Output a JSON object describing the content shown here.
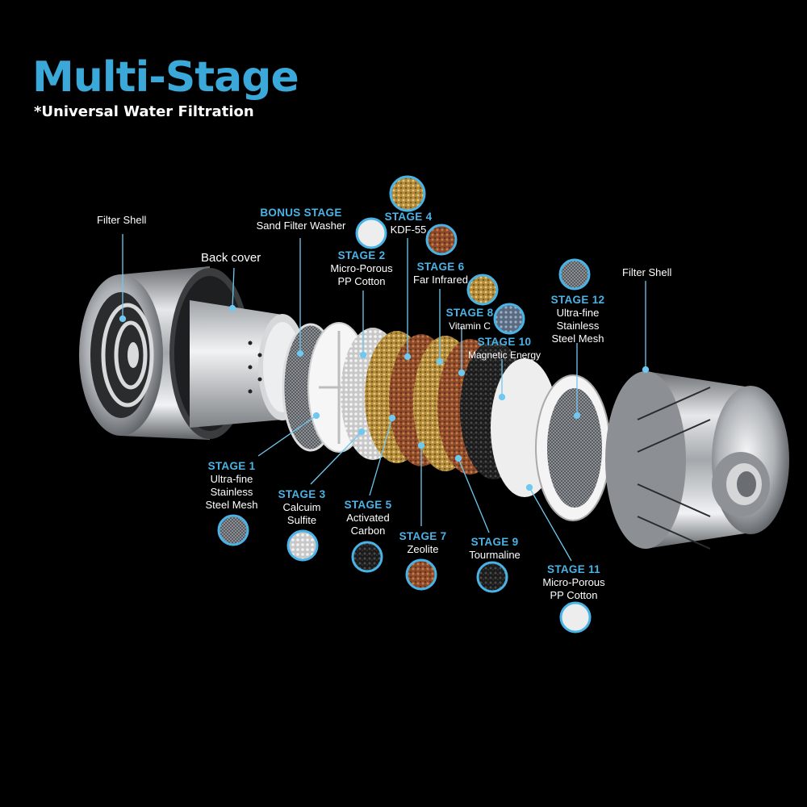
{
  "header": {
    "title": "Multi-Stage",
    "subtitle": "*Universal Water Filtration"
  },
  "parts": {
    "filter_shell_left": "Filter Shell",
    "back_cover": "Back cover",
    "filter_shell_right": "Filter Shell"
  },
  "stages": [
    {
      "id": "bonus",
      "stage": "BONUS STAGE",
      "desc": "Sand Filter Washer",
      "icon": "sand-washer-swatch"
    },
    {
      "id": "s1",
      "stage": "STAGE 1",
      "desc": "Ultra-fine Stainless Steel Mesh",
      "icon": "steel-mesh-swatch"
    },
    {
      "id": "s2",
      "stage": "STAGE 2",
      "desc": "Micro-Porous PP Cotton",
      "icon": "pp-cotton-swatch"
    },
    {
      "id": "s3",
      "stage": "STAGE 3",
      "desc": "Calcuim Sulfite",
      "icon": "calcium-sulfite-swatch"
    },
    {
      "id": "s4",
      "stage": "STAGE 4",
      "desc": "KDF-55",
      "icon": "kdf55-swatch"
    },
    {
      "id": "s5",
      "stage": "STAGE 5",
      "desc": "Activated Carbon",
      "icon": "activated-carbon-swatch"
    },
    {
      "id": "s6",
      "stage": "STAGE 6",
      "desc": "Far Infrared",
      "icon": "far-infrared-swatch"
    },
    {
      "id": "s7",
      "stage": "STAGE 7",
      "desc": "Zeolite",
      "icon": "zeolite-swatch"
    },
    {
      "id": "s8",
      "stage": "STAGE 8",
      "desc": "Vitamin C",
      "icon": "vitamin-c-swatch"
    },
    {
      "id": "s9",
      "stage": "STAGE 9",
      "desc": "Tourmaline",
      "icon": "tourmaline-swatch"
    },
    {
      "id": "s10",
      "stage": "STAGE 10",
      "desc": "Magnetic Energy",
      "icon": "magnetic-energy-swatch"
    },
    {
      "id": "s11",
      "stage": "STAGE 11",
      "desc": "Micro-Porous PP Cotton",
      "icon": "pp-cotton-swatch"
    },
    {
      "id": "s12",
      "stage": "STAGE 12",
      "desc": "Ultra-fine Stainless Steel Mesh",
      "icon": "steel-mesh-swatch"
    }
  ],
  "colors": {
    "accent": "#3aa8d8",
    "stage_label": "#4ab3e6",
    "background": "#000000"
  }
}
